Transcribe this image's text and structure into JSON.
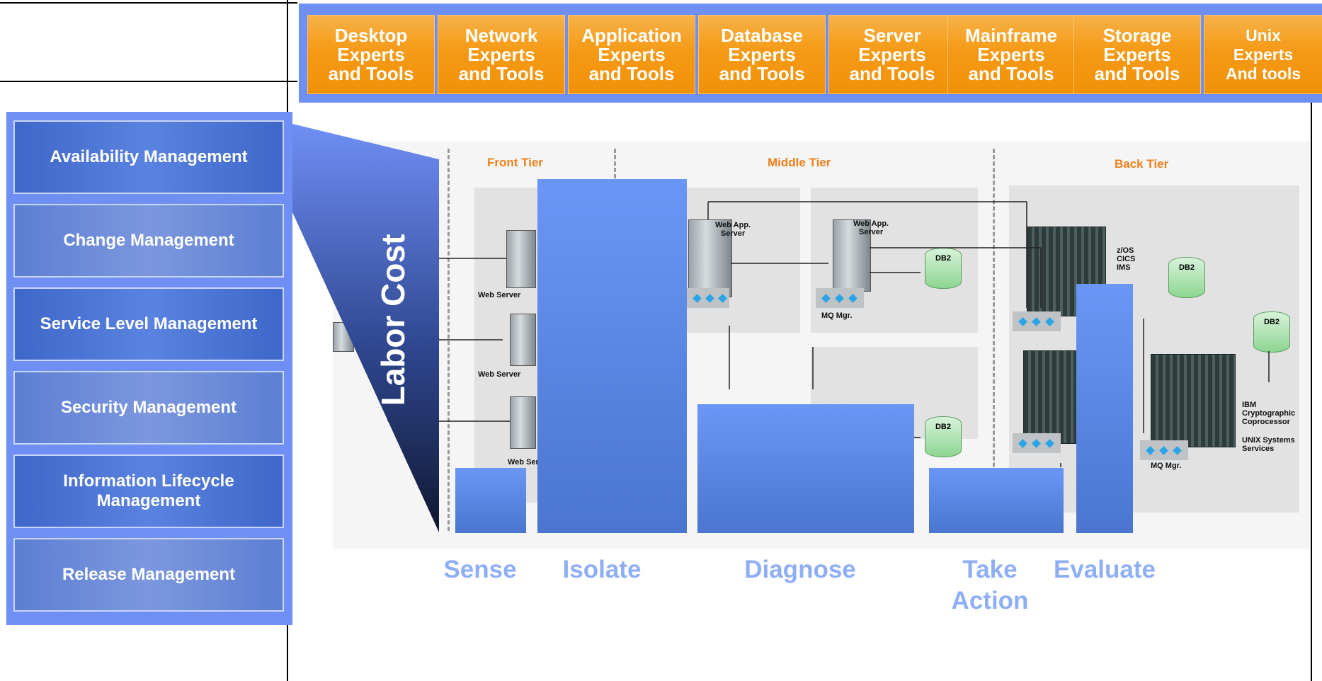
{
  "experts": [
    {
      "label": "Desktop\nExperts\nand Tools"
    },
    {
      "label": "Network\nExperts\nand Tools"
    },
    {
      "label": "Application\nExperts\nand Tools"
    },
    {
      "label": "Database\nExperts\nand Tools"
    },
    {
      "label": "Server\nExperts\nand Tools"
    },
    {
      "label": "Mainframe\nExperts\nand Tools"
    },
    {
      "label": "Storage\nExperts\nand Tools"
    },
    {
      "label": "Unix\nExperts\nAnd tools"
    }
  ],
  "disciplines": [
    {
      "label": "Availability Management"
    },
    {
      "label": "Change Management"
    },
    {
      "label": "Service Level Management"
    },
    {
      "label": "Security Management"
    },
    {
      "label": "Information Lifecycle\nManagement"
    },
    {
      "label": "Release Management"
    }
  ],
  "funnel_label": "Labor Cost",
  "tiers": {
    "front": "Front Tier",
    "middle": "Middle Tier",
    "back": "Back Tier"
  },
  "diagram_labels": {
    "web_server": "Web  Server",
    "web_app_server": "Web App.\nServer",
    "mq_mgr": "MQ Mgr.",
    "db2": "DB2",
    "zos": "z/OS\nCICS\nIMS",
    "crypto": "IBM\nCryptographic\nCoprocessor",
    "unix_services": "UNIX Systems\nServices"
  },
  "chart_data": {
    "type": "bar",
    "categories": [
      "Sense",
      "Isolate",
      "Diagnose",
      "Take\nAction",
      "Evaluate"
    ],
    "ylabel": "Labor Cost"
  },
  "colors": {
    "expert_orange": "#f59a16",
    "panel_blue": "#6f8ff5",
    "bar_blue": "#5a86e4",
    "phase_text": "#8eaef6",
    "tier_label": "#f07f1a"
  }
}
